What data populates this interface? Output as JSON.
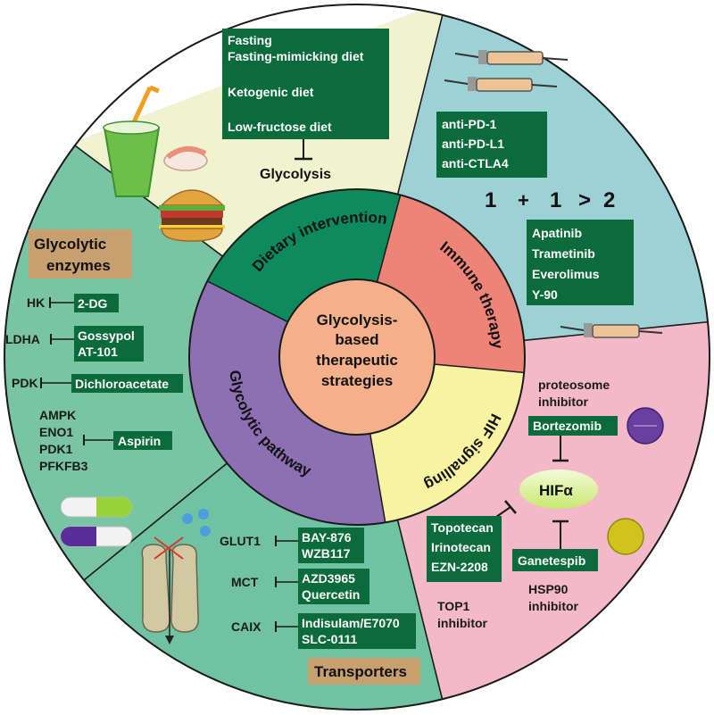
{
  "center": {
    "line1": "Glycolysis-",
    "line2": "based",
    "line3": "therapeutic",
    "line4": "strategies"
  },
  "rings": {
    "dietary": "Dietary intervention",
    "immune": "Immune therapy",
    "hif": "HIF signalling",
    "glycolytic": "Glycolytic pathway"
  },
  "diet": {
    "items": [
      "Fasting",
      "Fasting-mimicking diet",
      "Ketogenic diet",
      "Low-fructose diet"
    ],
    "target": "Glycolysis"
  },
  "immune": {
    "checkpoint": [
      "anti-PD-1",
      "anti-PD-L1",
      "anti-CTLA4"
    ],
    "synergy_a": "1",
    "synergy_plus": "+",
    "synergy_b": "1",
    "synergy_gt": ">",
    "synergy_c": "2",
    "combo": [
      "Apatinib",
      "Trametinib",
      "Everolimus",
      "Y-90"
    ]
  },
  "hif": {
    "proteasome_label": [
      "proteosome",
      "inhibitor"
    ],
    "bortezomib": "Bortezomib",
    "hif_alpha": "HIFα",
    "top_drugs": [
      "Topotecan",
      "Irinotecan",
      "EZN-2208"
    ],
    "top1_label": [
      "TOP1",
      "inhibitor"
    ],
    "ganetespib": "Ganetespib",
    "hsp90_label": [
      "HSP90",
      "inhibitor"
    ]
  },
  "enzymes": {
    "title": [
      "Glycolytic",
      "enzymes"
    ],
    "hk": "HK",
    "hk_drug": "2-DG",
    "ldha": "LDHA",
    "ldha_drugs": [
      "Gossypol",
      "AT-101"
    ],
    "pdk": "PDK",
    "pdk_drug": "Dichloroacetate",
    "aspirin_targets": [
      "AMPK",
      "ENO1",
      "PDK1",
      "PFKFB3"
    ],
    "aspirin": "Aspirin"
  },
  "transporters": {
    "title": "Transporters",
    "glut1": "GLUT1",
    "glut1_drugs": [
      "BAY-876",
      "WZB117"
    ],
    "mct": "MCT",
    "mct_drugs": [
      "AZD3965",
      "Quercetin"
    ],
    "caix": "CAIX",
    "caix_drugs": [
      "Indisulam/E7070",
      "SLC-0111"
    ]
  },
  "colors": {
    "diet_sector": "#f0f3cf",
    "immune_sector": "#9cd1d5",
    "hif_sector": "#f4b9c8",
    "transport_sector": "#6fc3a2",
    "enzyme_sector": "#78c4a4",
    "ring_dietary": "#0e8a5f",
    "ring_immune": "#ee8377",
    "ring_hif": "#f7f3a1",
    "ring_glycolytic": "#8f6fb3",
    "center": "#f4b08a",
    "drug_box": "#0b6b3a",
    "title_box": "#c8a070"
  }
}
